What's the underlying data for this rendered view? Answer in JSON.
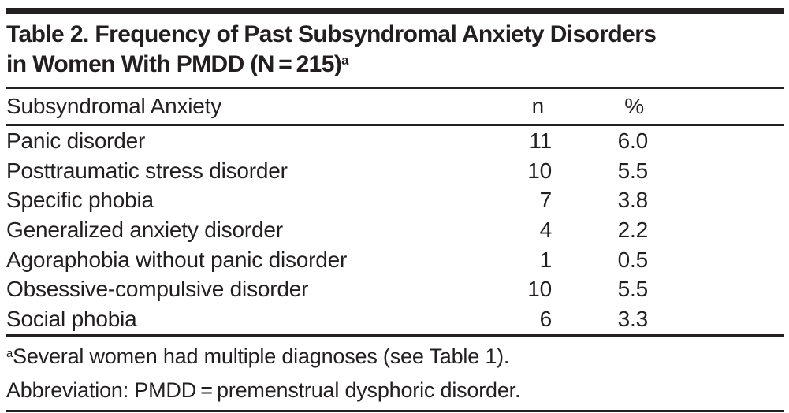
{
  "page": {
    "background": "#ffffff",
    "ink": "#231f20"
  },
  "table": {
    "title": {
      "line1": "Table 2. Frequency of Past Subsyndromal Anxiety Disorders",
      "line2": "in Women With PMDD (N = 215)",
      "superscript": "a"
    },
    "header": {
      "label": "Subsyndromal Anxiety",
      "n": "n",
      "pct": "%"
    },
    "rows": [
      {
        "label": "Panic disorder",
        "n": "11",
        "pct": "6.0"
      },
      {
        "label": "Posttraumatic stress disorder",
        "n": "10",
        "pct": "5.5"
      },
      {
        "label": "Specific phobia",
        "n": "7",
        "pct": "3.8"
      },
      {
        "label": "Generalized anxiety disorder",
        "n": "4",
        "pct": "2.2"
      },
      {
        "label": "Agoraphobia without panic disorder",
        "n": "1",
        "pct": "0.5"
      },
      {
        "label": "Obsessive-compulsive disorder",
        "n": "10",
        "pct": "5.5"
      },
      {
        "label": "Social phobia",
        "n": "6",
        "pct": "3.3"
      }
    ],
    "footnotes": {
      "marker": "a",
      "line1": "Several women had multiple diagnoses (see Table 1).",
      "line2": "Abbreviation: PMDD = premenstrual dysphoric disorder."
    }
  }
}
